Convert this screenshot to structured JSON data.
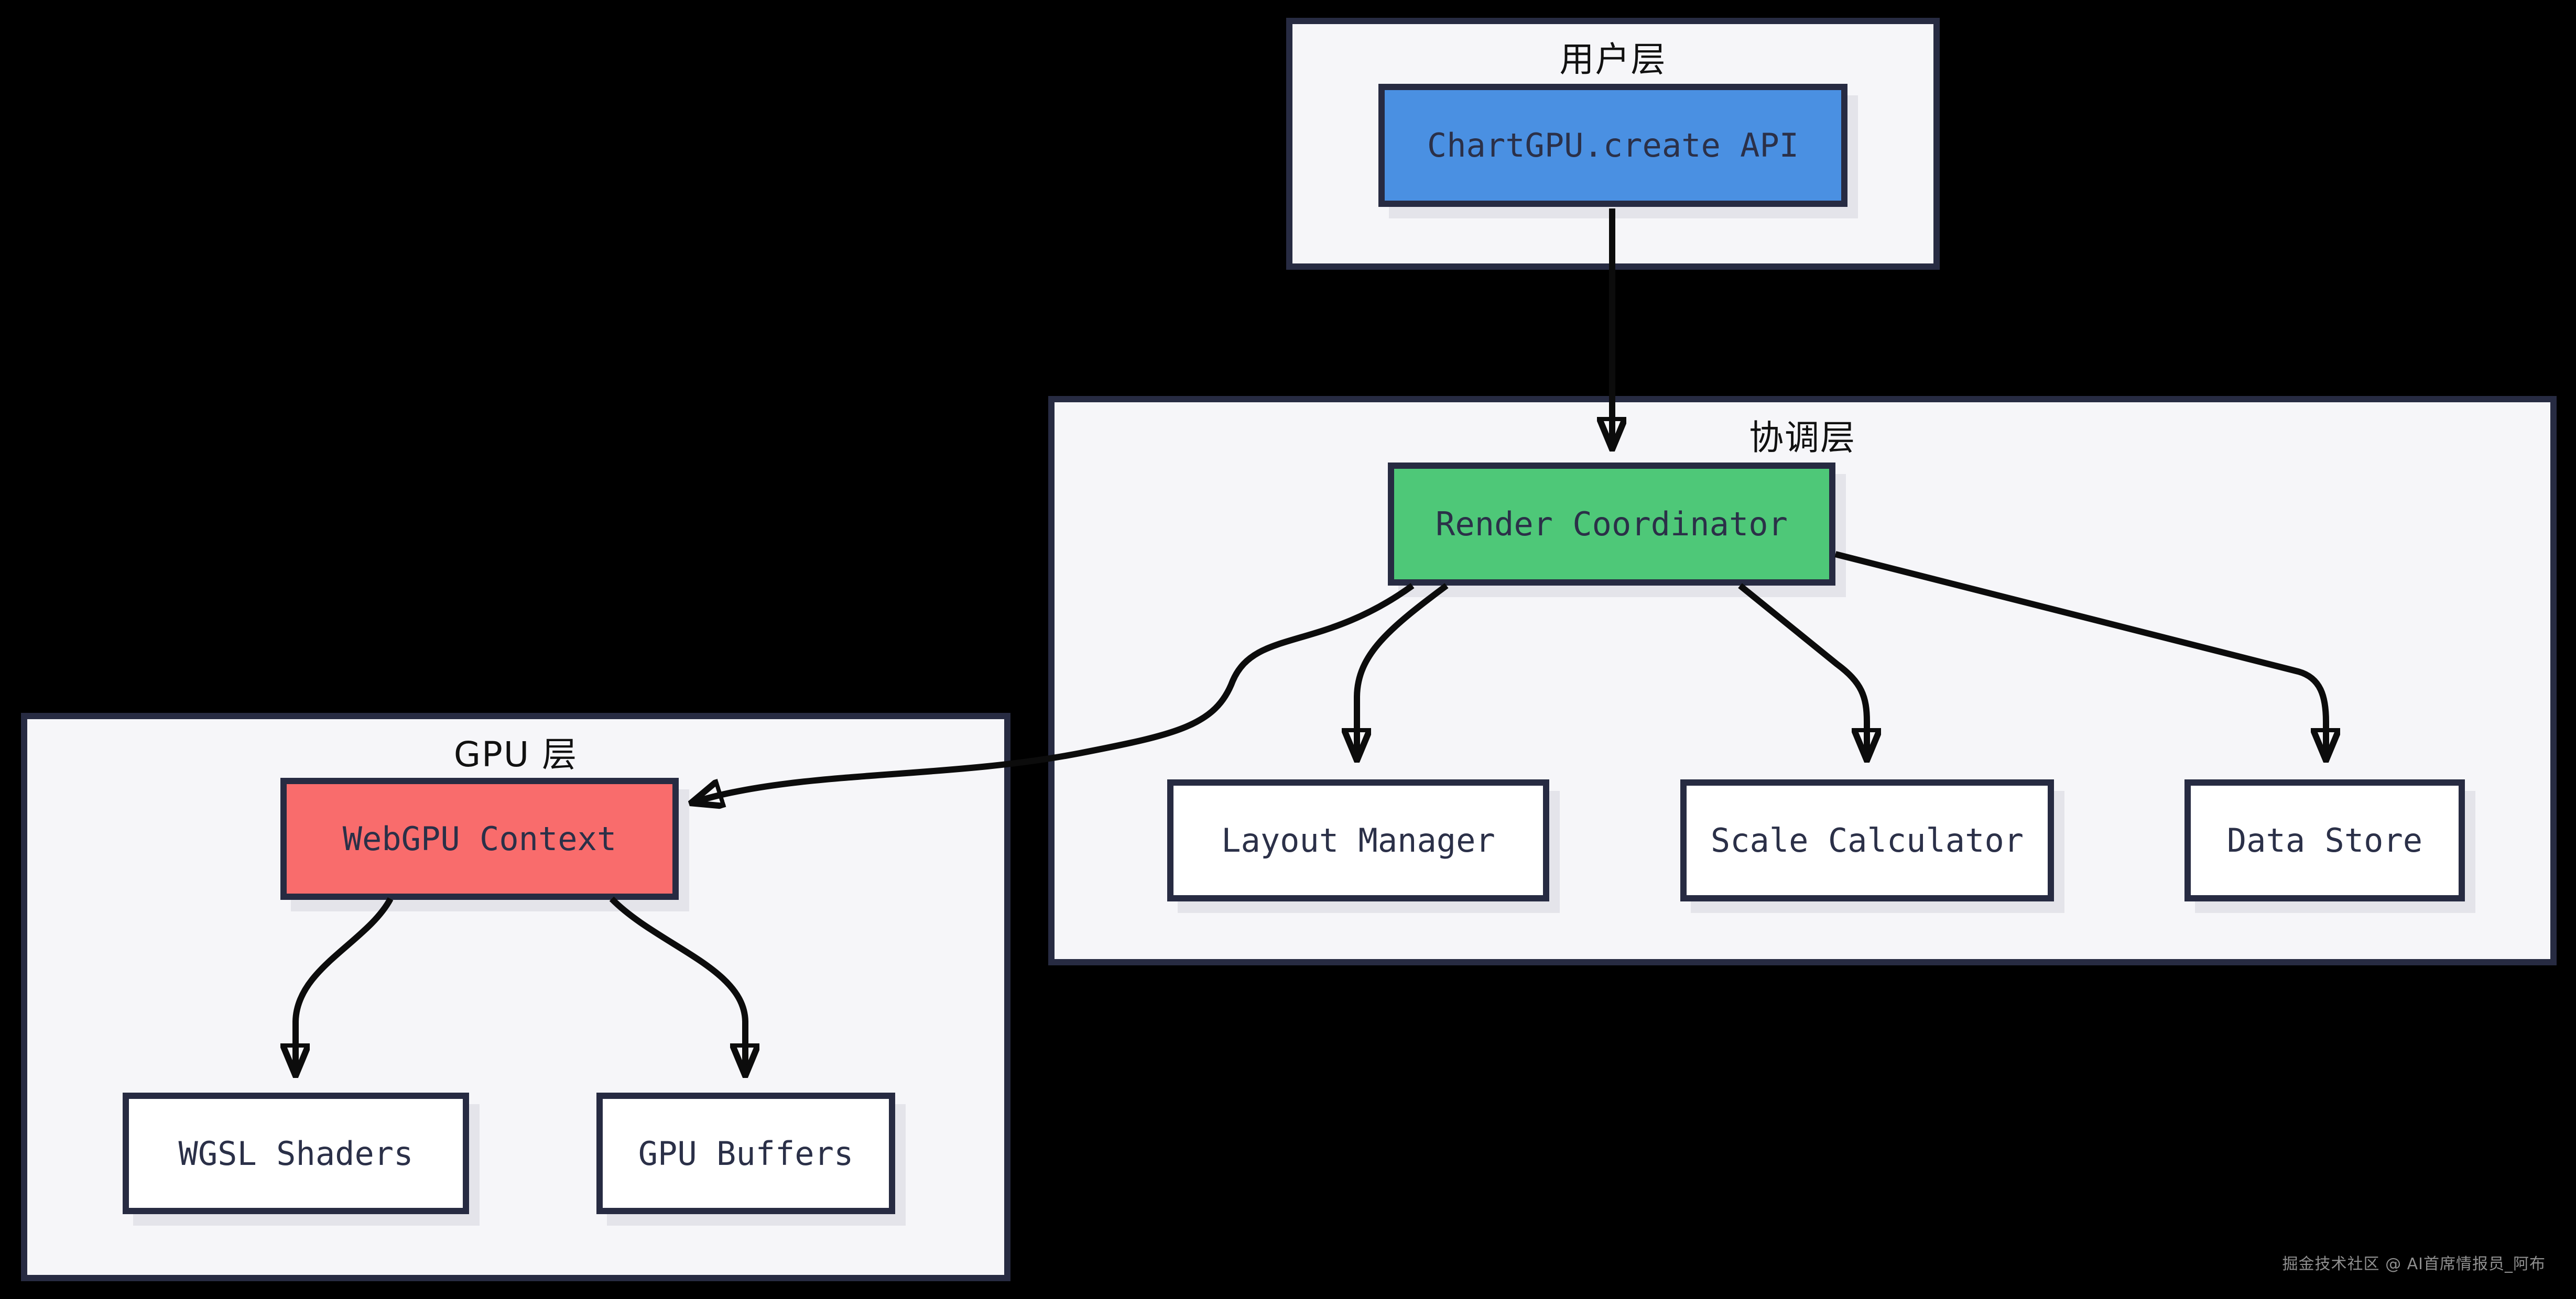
{
  "layers": {
    "user": {
      "title": "用户层"
    },
    "coordination": {
      "title": "协调层"
    },
    "gpu": {
      "title": "GPU 层"
    }
  },
  "nodes": {
    "chartgpu_create_api": {
      "label": "ChartGPU.create API",
      "fill": "#4a90e2"
    },
    "render_coordinator": {
      "label": "Render Coordinator",
      "fill": "#4ec878"
    },
    "layout_manager": {
      "label": "Layout Manager",
      "fill": "#ffffff"
    },
    "scale_calculator": {
      "label": "Scale Calculator",
      "fill": "#ffffff"
    },
    "data_store": {
      "label": "Data Store",
      "fill": "#ffffff"
    },
    "webgpu_context": {
      "label": "WebGPU Context",
      "fill": "#f96c6c"
    },
    "wgsl_shaders": {
      "label": "WGSL Shaders",
      "fill": "#ffffff"
    },
    "gpu_buffers": {
      "label": "GPU Buffers",
      "fill": "#ffffff"
    }
  },
  "edges": [
    {
      "from": "ChartGPU.create API",
      "to": "Render Coordinator"
    },
    {
      "from": "Render Coordinator",
      "to": "WebGPU Context"
    },
    {
      "from": "Render Coordinator",
      "to": "Layout Manager"
    },
    {
      "from": "Render Coordinator",
      "to": "Scale Calculator"
    },
    {
      "from": "Render Coordinator",
      "to": "Data Store"
    },
    {
      "from": "WebGPU Context",
      "to": "WGSL Shaders"
    },
    {
      "from": "WebGPU Context",
      "to": "GPU Buffers"
    }
  ],
  "colors": {
    "background": "#000000",
    "container_fill": "#f6f6f9",
    "border": "#272b42",
    "node_text": "#2b3048",
    "title_text": "#111111",
    "arrow": "#0c0c0c",
    "node_blue": "#4a90e2",
    "node_green": "#4ec878",
    "node_red": "#f96c6c",
    "node_shadow": "#e4e4ea",
    "watermark_text_color": "#8f8f8f"
  },
  "watermark": {
    "text": "掘金技术社区 @ AI首席情报员_阿布"
  }
}
